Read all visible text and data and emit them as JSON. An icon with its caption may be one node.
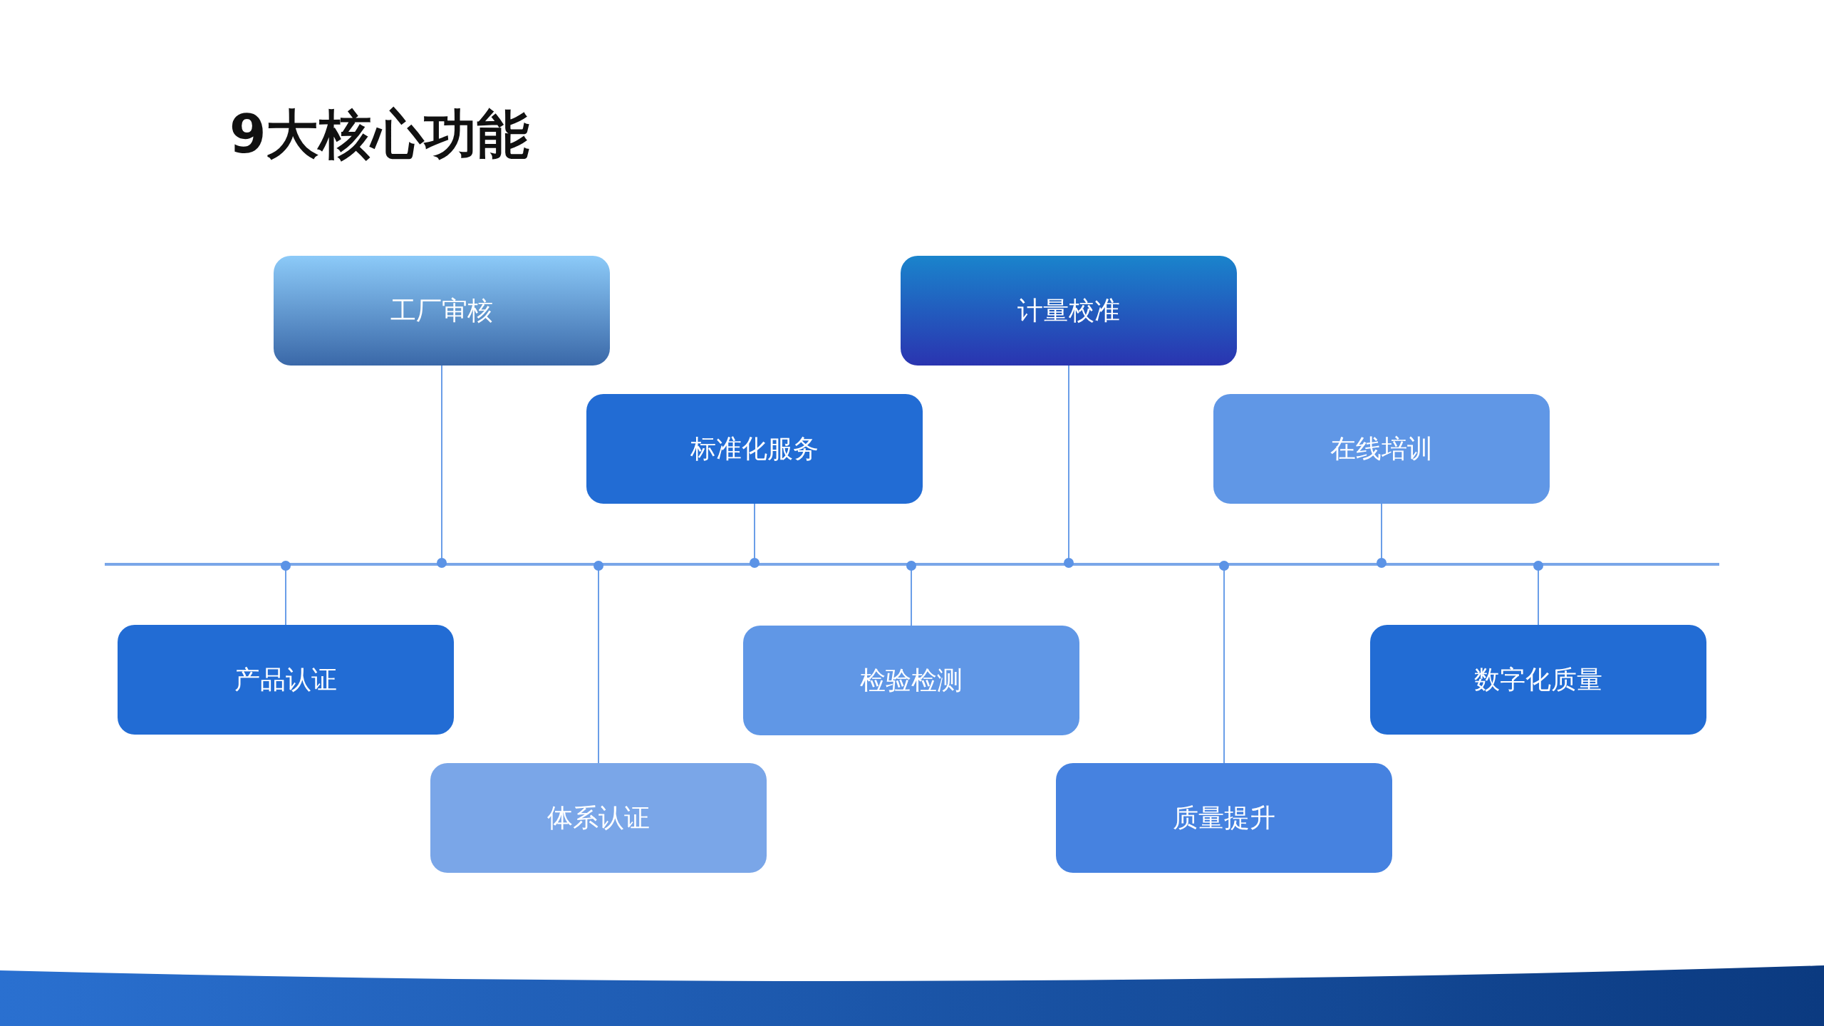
{
  "diagram": {
    "title": "9大核心功能",
    "nodes": [
      {
        "text": [
          "产品认证"
        ]
      },
      {
        "text": [
          "工厂审核"
        ]
      },
      {
        "text": [
          "体系认证"
        ]
      },
      {
        "text": [
          "标准化服务"
        ]
      },
      {
        "text": [
          "检验检测"
        ]
      },
      {
        "text": [
          "计量校准"
        ]
      },
      {
        "text": [
          "质量提升"
        ]
      },
      {
        "text": [
          "在线培训"
        ]
      },
      {
        "text": [
          "数字化质量"
        ]
      },
      {
        "text": [],
        "shape": "bar"
      }
    ],
    "edges": [
      {
        "from": 0,
        "to": 9,
        "arrow": "other"
      },
      {
        "from": 1,
        "to": 9,
        "arrow": "other"
      },
      {
        "from": 2,
        "to": 9,
        "arrow": "other"
      },
      {
        "from": 3,
        "to": 9,
        "arrow": "other"
      },
      {
        "from": 4,
        "to": 9,
        "arrow": "other"
      },
      {
        "from": 5,
        "to": 9,
        "arrow": "other"
      },
      {
        "from": 6,
        "to": 9,
        "arrow": "other"
      },
      {
        "from": 7,
        "to": 9,
        "arrow": "other"
      },
      {
        "from": 8,
        "to": 9,
        "arrow": "other"
      }
    ]
  }
}
